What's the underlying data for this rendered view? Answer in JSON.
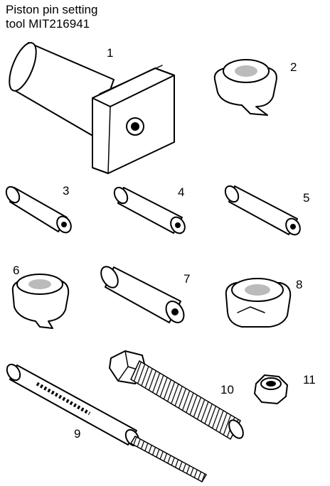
{
  "title": {
    "line1": "Piston pin setting",
    "line2": "tool MIT216941"
  },
  "parts": [
    {
      "id": "part-1",
      "label": "1"
    },
    {
      "id": "part-2",
      "label": "2"
    },
    {
      "id": "part-3",
      "label": "3"
    },
    {
      "id": "part-4",
      "label": "4"
    },
    {
      "id": "part-5",
      "label": "5"
    },
    {
      "id": "part-6",
      "label": "6"
    },
    {
      "id": "part-7",
      "label": "7"
    },
    {
      "id": "part-8",
      "label": "8"
    },
    {
      "id": "part-9",
      "label": "9"
    },
    {
      "id": "part-10",
      "label": "10"
    },
    {
      "id": "part-11",
      "label": "11"
    }
  ]
}
